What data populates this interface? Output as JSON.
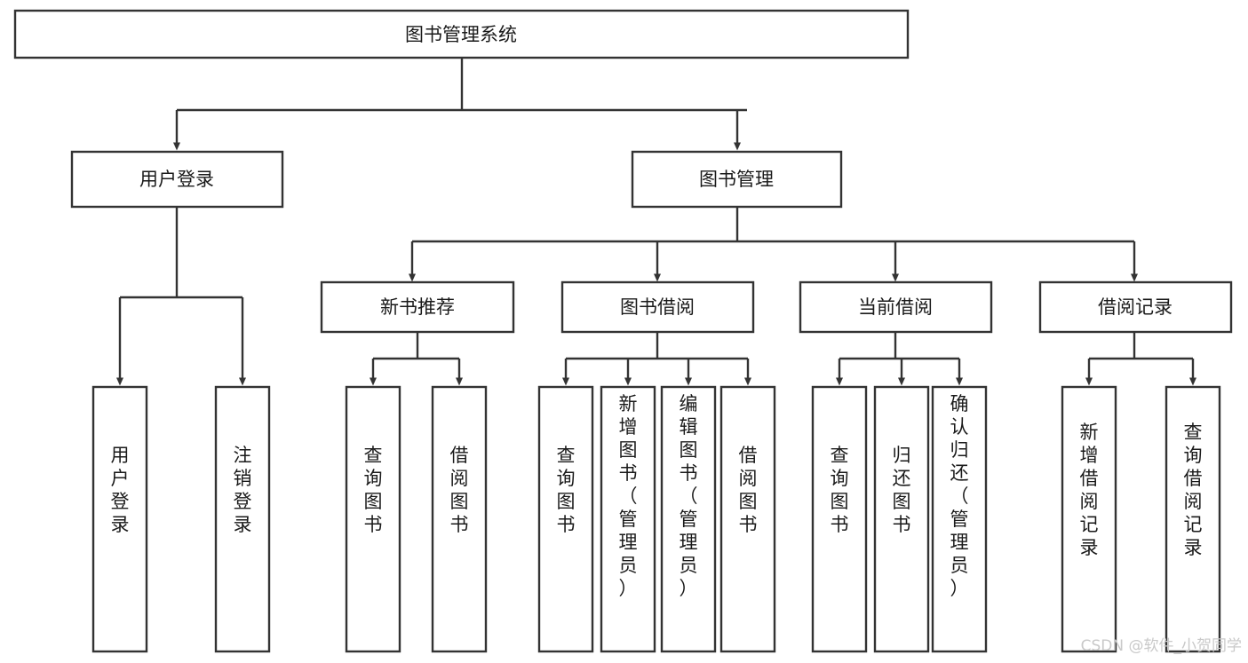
{
  "diagram": {
    "title": "图书管理系统",
    "type": "tree-hierarchy-chart",
    "root": {
      "id": "root",
      "label": "图书管理系统",
      "orientation": "horizontal"
    },
    "level1": [
      {
        "id": "user-login",
        "label": "用户登录",
        "orientation": "horizontal"
      },
      {
        "id": "book-manage",
        "label": "图书管理",
        "orientation": "horizontal"
      }
    ],
    "level2": [
      {
        "id": "new-book-rec",
        "label": "新书推荐",
        "orientation": "horizontal",
        "parent": "book-manage"
      },
      {
        "id": "book-borrow",
        "label": "图书借阅",
        "orientation": "horizontal",
        "parent": "book-manage"
      },
      {
        "id": "current-borrow",
        "label": "当前借阅",
        "orientation": "horizontal",
        "parent": "book-manage"
      },
      {
        "id": "borrow-record",
        "label": "借阅记录",
        "orientation": "horizontal",
        "parent": "book-manage"
      }
    ],
    "leaves": [
      {
        "id": "leaf-user-login",
        "label": "用户登录",
        "orientation": "vertical",
        "parent": "user-login"
      },
      {
        "id": "leaf-user-logout",
        "label": "注销登录",
        "orientation": "vertical",
        "parent": "user-login"
      },
      {
        "id": "leaf-query-book-1",
        "label": "查询图书",
        "orientation": "vertical",
        "parent": "new-book-rec"
      },
      {
        "id": "leaf-borrow-book-1",
        "label": "借阅图书",
        "orientation": "vertical",
        "parent": "new-book-rec"
      },
      {
        "id": "leaf-query-book-2",
        "label": "查询图书",
        "orientation": "vertical",
        "parent": "book-borrow"
      },
      {
        "id": "leaf-add-book",
        "label": "新增图书（管理员）",
        "orientation": "vertical",
        "parent": "book-borrow"
      },
      {
        "id": "leaf-edit-book",
        "label": "编辑图书（管理员）",
        "orientation": "vertical",
        "parent": "book-borrow"
      },
      {
        "id": "leaf-borrow-book-2",
        "label": "借阅图书",
        "orientation": "vertical",
        "parent": "book-borrow"
      },
      {
        "id": "leaf-query-book-3",
        "label": "查询图书",
        "orientation": "vertical",
        "parent": "current-borrow"
      },
      {
        "id": "leaf-return-book",
        "label": "归还图书",
        "orientation": "vertical",
        "parent": "current-borrow"
      },
      {
        "id": "leaf-confirm-return",
        "label": "确认归还（管理员）",
        "orientation": "vertical",
        "parent": "current-borrow"
      },
      {
        "id": "leaf-add-record",
        "label": "新增借阅记录",
        "orientation": "vertical",
        "parent": "borrow-record"
      },
      {
        "id": "leaf-query-record",
        "label": "查询借阅记录",
        "orientation": "vertical",
        "parent": "borrow-record"
      }
    ],
    "colors": {
      "box_fill": "#ffffff",
      "box_stroke": "#333333",
      "text": "#1a1a1a",
      "background": "#ffffff",
      "watermark": "#c9c9c9"
    }
  },
  "watermark": {
    "text": "CSDN @软件_小贺同学"
  }
}
